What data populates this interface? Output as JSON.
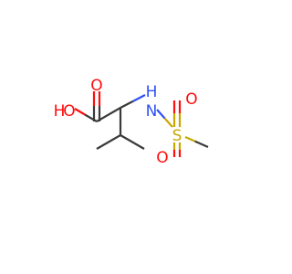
{
  "molecule": {
    "atoms": [
      {
        "id": "o-carbonyl",
        "label": "O",
        "color": "#ff0d0d"
      },
      {
        "id": "o-hydroxyl",
        "label": "O",
        "color": "#ff0d0d"
      },
      {
        "id": "h-hydroxyl",
        "label": "H",
        "color": "#ff0d0d"
      },
      {
        "id": "n-amide",
        "label": "N",
        "color": "#3050f8"
      },
      {
        "id": "h-amide",
        "label": "H",
        "color": "#3050f8"
      },
      {
        "id": "s-sulfonyl",
        "label": "S",
        "color": "#c8a800"
      },
      {
        "id": "o-sulfonyl-top",
        "label": "O",
        "color": "#ff0d0d"
      },
      {
        "id": "o-sulfonyl-bottom",
        "label": "O",
        "color": "#ff0d0d"
      }
    ],
    "colors": {
      "carbon_bond": "#3a3a3a",
      "oxygen": "#ff0d0d",
      "nitrogen": "#3050f8",
      "sulfur": "#c8a800"
    }
  }
}
